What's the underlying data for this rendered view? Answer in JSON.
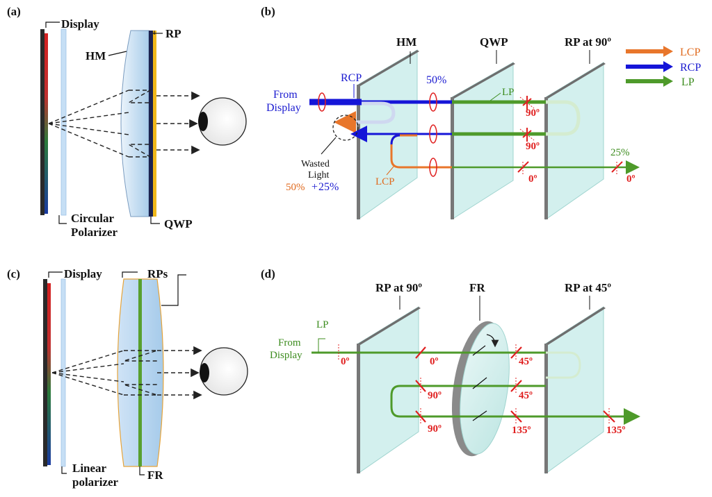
{
  "panels": {
    "a": {
      "tag": "(a)",
      "display": "Display",
      "hm": "HM",
      "rp": "RP",
      "circular": "Circular",
      "polarizer": "Polarizer",
      "qwp": "QWP"
    },
    "b": {
      "tag": "(b)",
      "hm": "HM",
      "qwp": "QWP",
      "rp90": "RP at 90º",
      "rcp": "RCP",
      "from": "From",
      "display": "Display",
      "p50": "50%",
      "lp": "LP",
      "wasted1": "Wasted",
      "wasted2": "Light",
      "wasted_a": "50%",
      "wasted_plus": "+",
      "wasted_b": "25%",
      "lcp": "LCP",
      "p25": "25%",
      "a90_1": "90º",
      "a90_2": "90º",
      "a0_1": "0º",
      "a0_2": "0º",
      "legend": [
        {
          "label": "LCP",
          "color": "#e8762b"
        },
        {
          "label": "RCP",
          "color": "#1515d8"
        },
        {
          "label": "LP",
          "color": "#4e9a2a"
        }
      ]
    },
    "c": {
      "tag": "(c)",
      "display": "Display",
      "rps": "RPs",
      "linear": "Linear",
      "polarizer": "polarizer",
      "fr": "FR"
    },
    "d": {
      "tag": "(d)",
      "rp90": "RP at 90º",
      "fr": "FR",
      "rp45": "RP at 45º",
      "lp": "LP",
      "from": "From",
      "display": "Display",
      "a0_1": "0º",
      "a0_2": "0º",
      "a90_1": "90º",
      "a90_2": "90º",
      "a45_1": "45º",
      "a45_2": "45º",
      "a135_1": "135º",
      "a135_2": "135º"
    }
  },
  "colors": {
    "lcp": "#e8762b",
    "rcp": "#1515d8",
    "lp": "#4e9a2a",
    "angle": "#e02020",
    "panel": "#c4ebe8"
  }
}
